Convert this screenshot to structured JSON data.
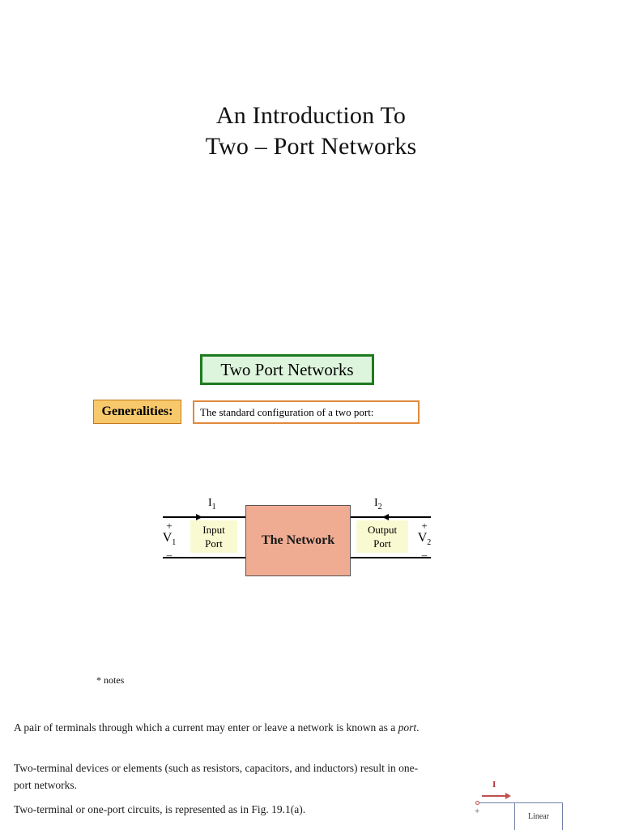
{
  "slide": {
    "title_line1": "An Introduction To",
    "title_line2": "Two – Port Networks"
  },
  "heading_box": {
    "label": "Two Port Networks",
    "fill_color": "#ddf5dd",
    "border_color": "#1f7a1f"
  },
  "generalities": {
    "label": "Generalities:",
    "fill_color": "#f7c96b",
    "border_color": "#c8761d"
  },
  "standard_config": {
    "caption": "The standard configuration of a two port:",
    "border_color": "#e08a3c"
  },
  "diagram": {
    "network_label": "The Network",
    "network_fill": "#f0ac92",
    "input_port_line1": "Input",
    "input_port_line2": "Port",
    "output_port_line1": "Output",
    "output_port_line2": "Port",
    "port_highlight": "#fafad2",
    "current_left": "I",
    "current_left_sub": "1",
    "current_right": "I",
    "current_right_sub": "2",
    "voltage_left": "V",
    "voltage_left_sub": "1",
    "voltage_right": "V",
    "voltage_right_sub": "2",
    "plus_sign": "+",
    "minus_sign": "–"
  },
  "notes": {
    "marker": "* notes"
  },
  "body": {
    "paragraph_1_before": "A pair of terminals through which a current may enter or leave a network is known as a ",
    "paragraph_1_italic": "port",
    "paragraph_1_after": ".",
    "paragraph_2": "Two-terminal devices or elements (such as resistors, capacitors, and inductors) result in one-port networks.",
    "paragraph_3": "Two-terminal or one-port circuits, is represented as in Fig. 19.1(a)."
  },
  "one_port_figure": {
    "current_label": "I",
    "plus_sign": "+",
    "box_label": "Linear",
    "arrow_color": "#c05050",
    "wire_color": "#7080a8"
  }
}
